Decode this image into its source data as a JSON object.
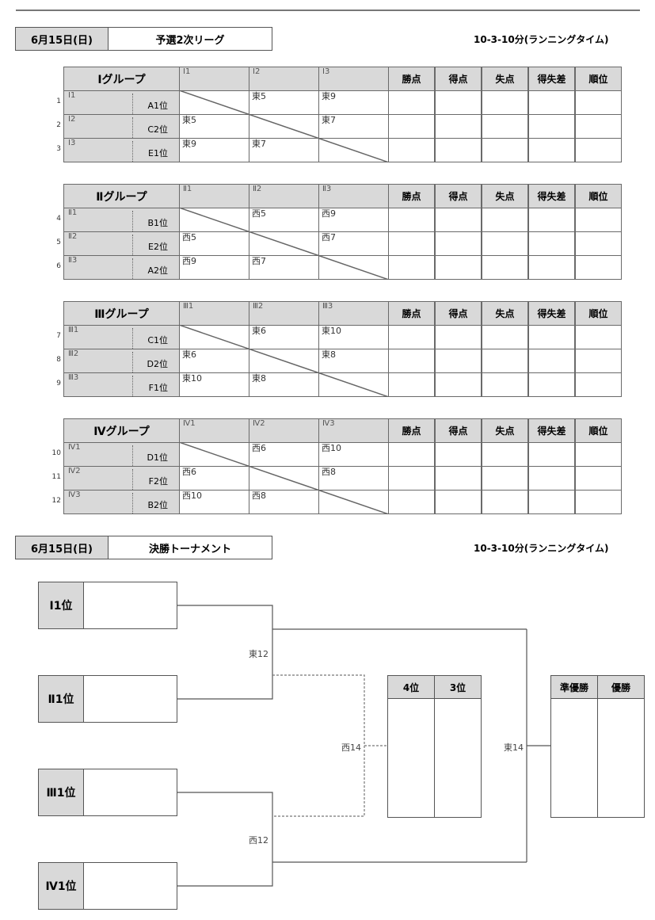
{
  "league": {
    "date": "6月15日(日)",
    "title": "予選2次リーグ",
    "rule": "10-3-10分(ランニングタイム)"
  },
  "stat_headers": [
    "勝点",
    "得点",
    "失点",
    "得失差",
    "順位"
  ],
  "groups": [
    {
      "name": "Ⅰグループ",
      "cols": [
        "Ⅰ1",
        "Ⅰ2",
        "Ⅰ3"
      ],
      "rows": [
        {
          "num": "1",
          "code": "Ⅰ1",
          "seed": "A1位",
          "cells": [
            "",
            "東5",
            "東9"
          ]
        },
        {
          "num": "2",
          "code": "Ⅰ2",
          "seed": "C2位",
          "cells": [
            "東5",
            "",
            "東7"
          ]
        },
        {
          "num": "3",
          "code": "Ⅰ3",
          "seed": "E1位",
          "cells": [
            "東9",
            "東7",
            ""
          ]
        }
      ]
    },
    {
      "name": "Ⅱグループ",
      "cols": [
        "Ⅱ1",
        "Ⅱ2",
        "Ⅱ3"
      ],
      "rows": [
        {
          "num": "4",
          "code": "Ⅱ1",
          "seed": "B1位",
          "cells": [
            "",
            "西5",
            "西9"
          ]
        },
        {
          "num": "5",
          "code": "Ⅱ2",
          "seed": "E2位",
          "cells": [
            "西5",
            "",
            "西7"
          ]
        },
        {
          "num": "6",
          "code": "Ⅱ3",
          "seed": "A2位",
          "cells": [
            "西9",
            "西7",
            ""
          ]
        }
      ]
    },
    {
      "name": "Ⅲグループ",
      "cols": [
        "Ⅲ1",
        "Ⅲ2",
        "Ⅲ3"
      ],
      "rows": [
        {
          "num": "7",
          "code": "Ⅲ1",
          "seed": "C1位",
          "cells": [
            "",
            "東6",
            "東10"
          ]
        },
        {
          "num": "8",
          "code": "Ⅲ2",
          "seed": "D2位",
          "cells": [
            "東6",
            "",
            "東8"
          ]
        },
        {
          "num": "9",
          "code": "Ⅲ3",
          "seed": "F1位",
          "cells": [
            "東10",
            "東8",
            ""
          ]
        }
      ]
    },
    {
      "name": "Ⅳグループ",
      "cols": [
        "Ⅳ1",
        "Ⅳ2",
        "Ⅳ3"
      ],
      "rows": [
        {
          "num": "10",
          "code": "Ⅳ1",
          "seed": "D1位",
          "cells": [
            "",
            "西6",
            "西10"
          ]
        },
        {
          "num": "11",
          "code": "Ⅳ2",
          "seed": "F2位",
          "cells": [
            "西6",
            "",
            "西8"
          ]
        },
        {
          "num": "12",
          "code": "Ⅳ3",
          "seed": "B2位",
          "cells": [
            "西10",
            "西8",
            ""
          ]
        }
      ]
    }
  ],
  "tournament": {
    "date": "6月15日(日)",
    "title": "決勝トーナメント",
    "rule": "10-3-10分(ランニングタイム)",
    "entrants": [
      "Ⅰ1位",
      "Ⅱ1位",
      "Ⅲ1位",
      "Ⅳ1位"
    ],
    "semi1": "東12",
    "semi2": "西12",
    "third_place_match": "西14",
    "final_match": "東14",
    "third_headers": [
      "4位",
      "3位"
    ],
    "final_headers": [
      "準優勝",
      "優勝"
    ]
  }
}
